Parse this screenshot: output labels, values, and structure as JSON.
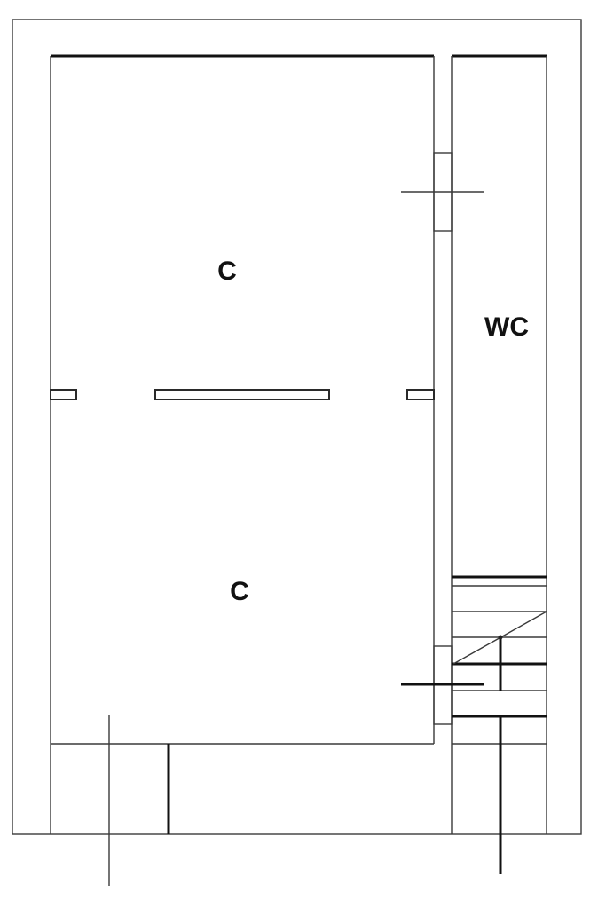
{
  "plan": {
    "rooms": [
      {
        "id": "upper",
        "label": "C"
      },
      {
        "id": "lower",
        "label": "C"
      },
      {
        "id": "wc",
        "label": "WC"
      }
    ]
  }
}
